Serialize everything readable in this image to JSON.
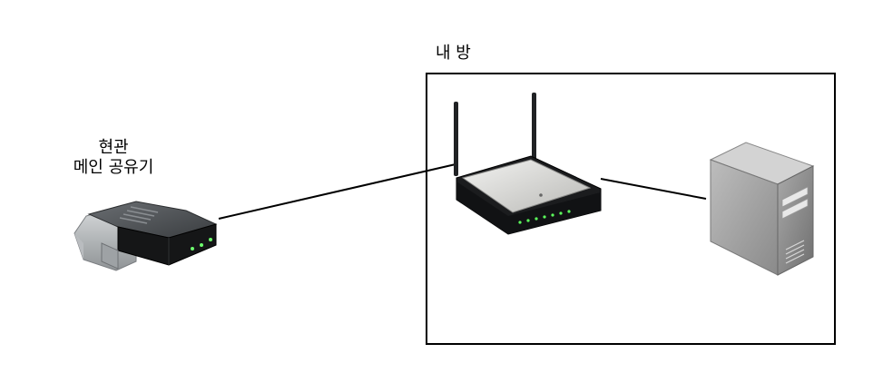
{
  "entrance": {
    "line1": "현관",
    "line2": "메인 공유기"
  },
  "room": {
    "title": "내 방"
  },
  "icons": {
    "main_router": "modem-router-icon",
    "wifi_router": "wireless-router-icon",
    "pc": "server-tower-icon"
  }
}
